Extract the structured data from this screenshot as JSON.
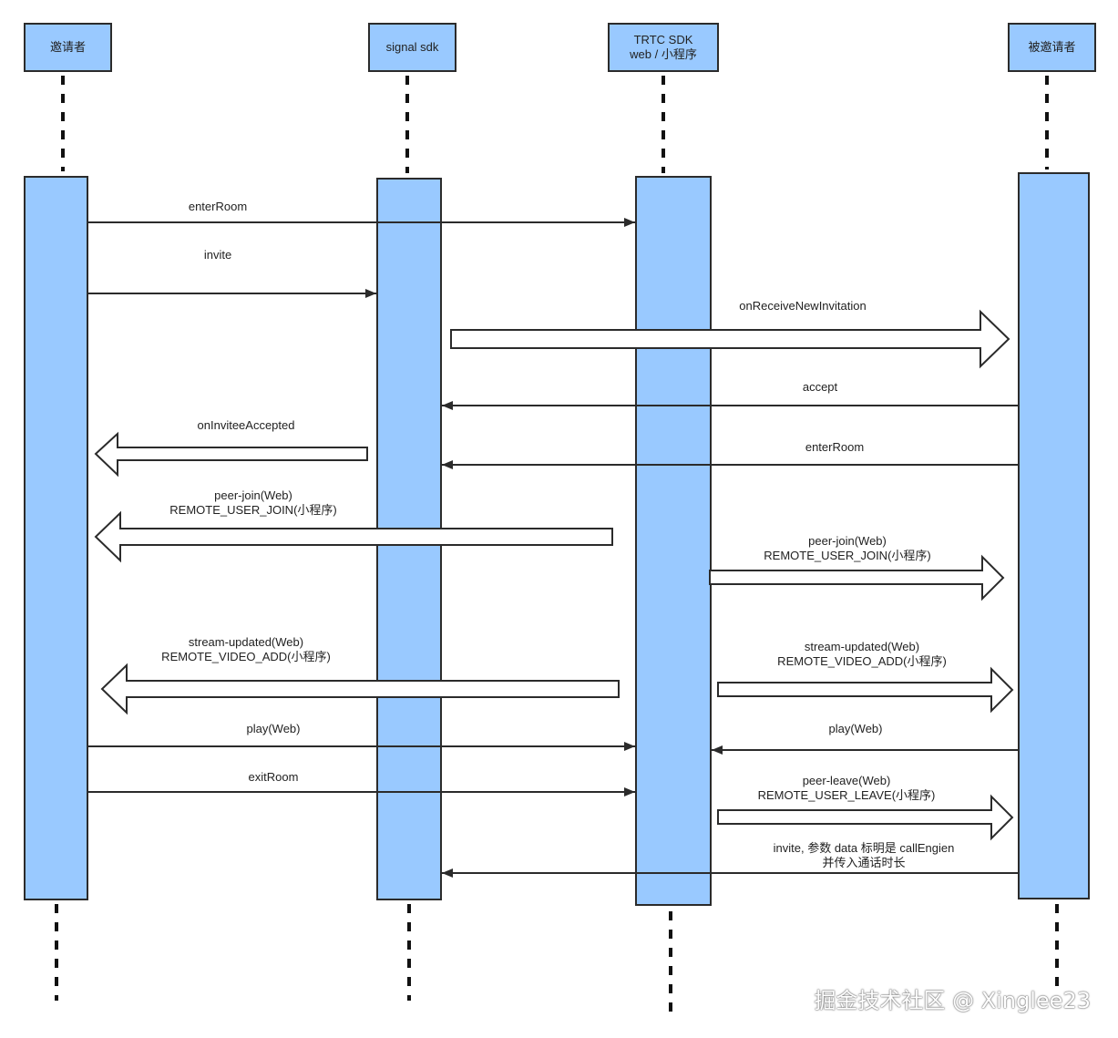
{
  "participants": [
    {
      "lines": [
        "邀请者"
      ]
    },
    {
      "lines": [
        "signal sdk"
      ]
    },
    {
      "lines": [
        "TRTC SDK",
        "web / 小程序"
      ]
    },
    {
      "lines": [
        "被邀请者"
      ]
    }
  ],
  "messages": [
    {
      "lines": [
        "enterRoom"
      ]
    },
    {
      "lines": [
        "invite"
      ]
    },
    {
      "lines": [
        "onReceiveNewInvitation"
      ]
    },
    {
      "lines": [
        "accept"
      ]
    },
    {
      "lines": [
        "onInviteeAccepted"
      ]
    },
    {
      "lines": [
        "enterRoom"
      ]
    },
    {
      "lines": [
        "peer-join(Web)",
        "REMOTE_USER_JOIN(小程序)"
      ]
    },
    {
      "lines": [
        "peer-join(Web)",
        "REMOTE_USER_JOIN(小程序)"
      ]
    },
    {
      "lines": [
        "stream-updated(Web)",
        "REMOTE_VIDEO_ADD(小程序)"
      ]
    },
    {
      "lines": [
        "stream-updated(Web)",
        "REMOTE_VIDEO_ADD(小程序)"
      ]
    },
    {
      "lines": [
        "play(Web)"
      ]
    },
    {
      "lines": [
        "play(Web)"
      ]
    },
    {
      "lines": [
        "exitRoom"
      ]
    },
    {
      "lines": [
        "peer-leave(Web)",
        "REMOTE_USER_LEAVE(小程序)"
      ]
    },
    {
      "lines": [
        "invite, 参数 data 标明是 callEngien",
        "并传入通话时长"
      ]
    }
  ],
  "watermark": "掘金技术社区 @ Xinglee23",
  "colors": {
    "lane_fill": "#99c9ff",
    "stroke": "#2b2b2b"
  }
}
